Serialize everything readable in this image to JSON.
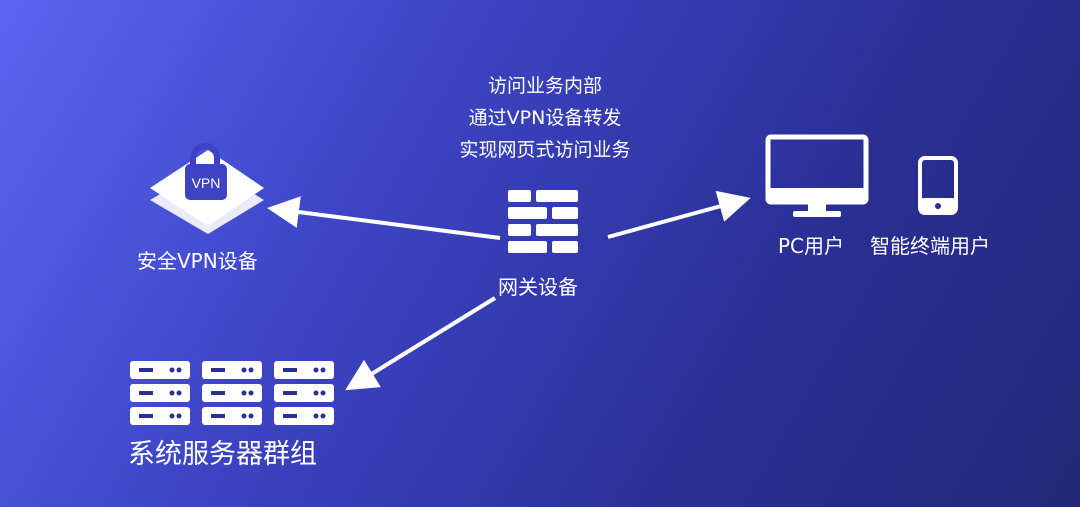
{
  "gateway_note": [
    "访问业务内部",
    "通过VPN设备转发",
    "实现网页式访问业务"
  ],
  "vpn": {
    "label": "安全VPN设备",
    "badge": "VPN"
  },
  "gateway": {
    "label": "网关设备"
  },
  "pc": {
    "label": "PC用户"
  },
  "mobile": {
    "label": "智能终端用户"
  },
  "servers": {
    "label": "系统服务器群组"
  }
}
